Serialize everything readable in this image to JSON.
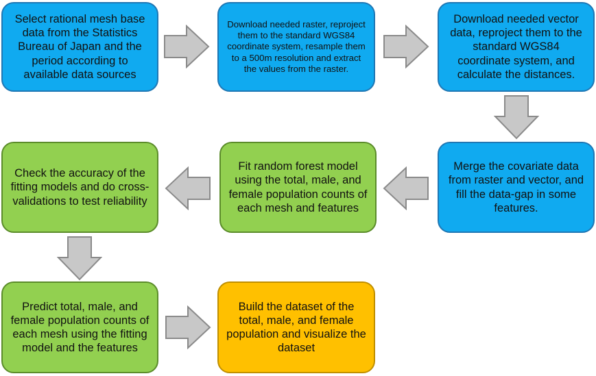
{
  "colors": {
    "blue_fill": "#10aaf0",
    "blue_border": "#1f77b4",
    "green_fill": "#92d050",
    "green_border": "#5b8c2a",
    "orange_fill": "#ffc000",
    "orange_border": "#c08f00",
    "arrow_fill": "#c8c8c8",
    "arrow_border": "#8a8a8a"
  },
  "steps": [
    {
      "id": "step1",
      "color": "blue",
      "text": "Select rational mesh base data from the Statistics Bureau of Japan and the period according to available data sources"
    },
    {
      "id": "step2",
      "color": "blue",
      "text": "Download needed raster, reproject them to the standard WGS84 coordinate system, resample them to a 500m resolution and extract the values from the raster."
    },
    {
      "id": "step3",
      "color": "blue",
      "text": "Download needed vector data, reproject them to the standard WGS84 coordinate system, and calculate the distances."
    },
    {
      "id": "step4",
      "color": "blue",
      "text": "Merge the covariate data from raster and vector, and fill the data-gap in some features."
    },
    {
      "id": "step5",
      "color": "green",
      "text": "Fit random forest model using the total, male, and female population counts of each mesh and features"
    },
    {
      "id": "step6",
      "color": "green",
      "text": "Check the accuracy of the fitting models and do cross-validations to test reliability"
    },
    {
      "id": "step7",
      "color": "green",
      "text": "Predict total, male, and female population counts of each mesh using the fitting model and the features"
    },
    {
      "id": "step8",
      "color": "orange",
      "text": "Build the dataset of the total, male, and female population and visualize the dataset"
    }
  ],
  "arrows": [
    {
      "from": "step1",
      "to": "step2",
      "direction": "right"
    },
    {
      "from": "step2",
      "to": "step3",
      "direction": "right"
    },
    {
      "from": "step3",
      "to": "step4",
      "direction": "down"
    },
    {
      "from": "step4",
      "to": "step5",
      "direction": "left"
    },
    {
      "from": "step5",
      "to": "step6",
      "direction": "left"
    },
    {
      "from": "step6",
      "to": "step7",
      "direction": "down"
    },
    {
      "from": "step7",
      "to": "step8",
      "direction": "right"
    }
  ]
}
